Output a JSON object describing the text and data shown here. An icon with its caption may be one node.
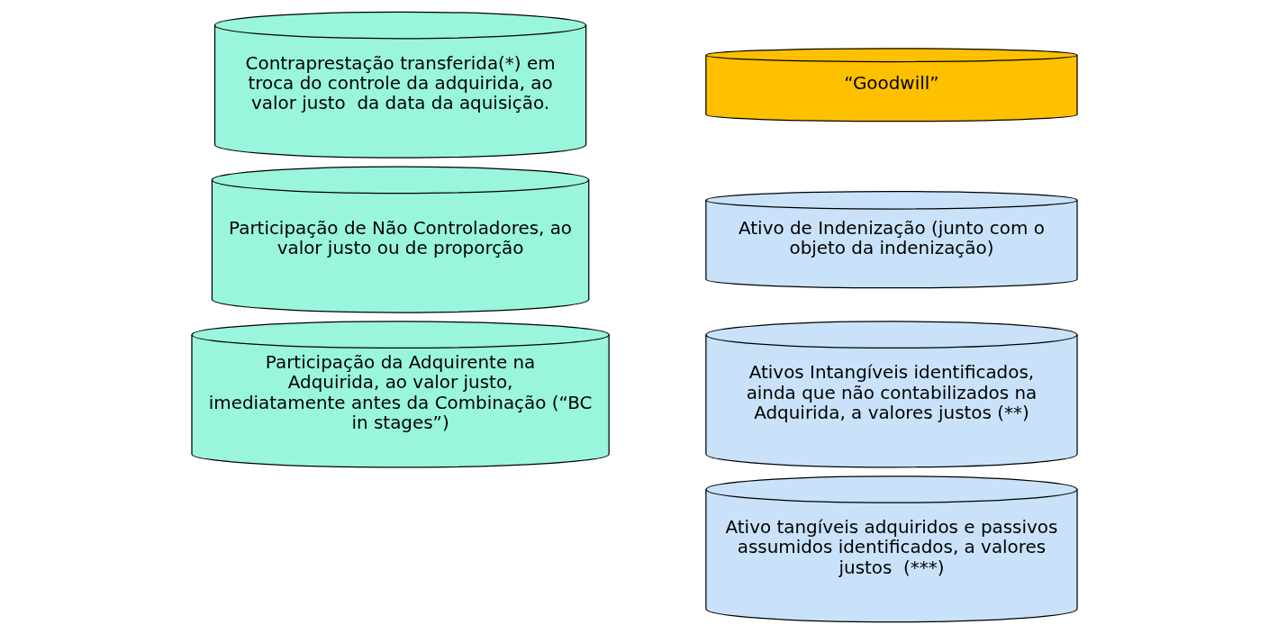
{
  "diagram": {
    "nodes": [
      {
        "text": [
          "Contraprestação transferida(*) em troca do controle da adquirida, ao valor justo  da data da aquisição."
        ]
      },
      {
        "text": [
          "Participação de Não Controladores, ao valor justo ou de proporção"
        ]
      },
      {
        "text": [
          "Participação da Adquirente na Adquirida, ao valor justo, imediatamente antes da Combinação (“BC in stages”)"
        ]
      },
      {
        "text": [
          "“Goodwill”"
        ]
      },
      {
        "text": [
          "Ativo de Indenização (junto com o objeto da indenização)"
        ]
      },
      {
        "text": [
          "Ativos Intangíveis identificados, ainda que não contabilizados na Adquirida, a valores justos (**)"
        ]
      },
      {
        "text": [
          "Ativo tangíveis adquiridos e passivos assumidos identificados, a valores justos  (***)"
        ]
      }
    ],
    "edges": []
  }
}
